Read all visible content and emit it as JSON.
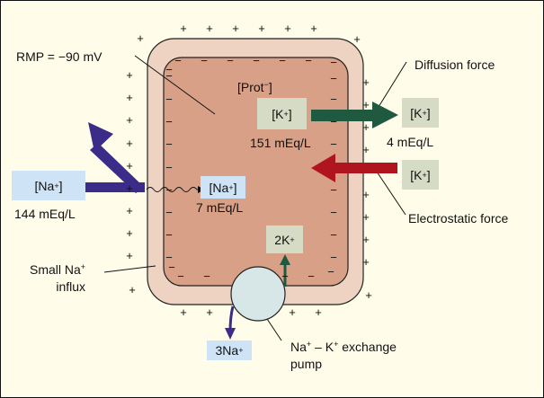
{
  "colors": {
    "background": "#fffdea",
    "membrane": "#eed3c2",
    "cytoplasm": "#d8a187",
    "k_box": "#d6dbc6",
    "na_box": "#cfe3f7",
    "diffusion_arrow": "#1f5a40",
    "electrostatic_arrow": "#b0151f",
    "sodium_arrow": "#3b2c8a",
    "pump": "#d7e6e6"
  },
  "labels": {
    "rmp": "RMP = −90 mV",
    "prot": "[Prot",
    "prot_sup": "−",
    "prot_close": "]",
    "k_inside": {
      "text": "[K",
      "sup": "+",
      "close": "]"
    },
    "k_inside_conc": "151 mEq/L",
    "k_outside_top": {
      "text": "[K",
      "sup": "+",
      "close": "]"
    },
    "k_outside_conc": "4 mEq/L",
    "k_outside_bottom": {
      "text": "[K",
      "sup": "+",
      "close": "]"
    },
    "diffusion_force": "Diffusion force",
    "electrostatic_force": "Electrostatic force",
    "na_outside": {
      "text": "[Na",
      "sup": "+",
      "close": "]"
    },
    "na_outside_conc": "144 mEq/L",
    "na_inside": {
      "text": "[Na",
      "sup": "+",
      "close": "]"
    },
    "na_inside_conc": "7 mEq/L",
    "small_na_influx_line1": "Small Na",
    "small_na_influx_sup": "+",
    "small_na_influx_line2": "influx",
    "two_k": {
      "text": "2K",
      "sup": "+"
    },
    "three_na": {
      "text": "3Na",
      "sup": "+"
    },
    "pump_line1_a": "Na",
    "pump_line1_sup1": "+",
    "pump_line1_b": " – K",
    "pump_line1_sup2": "+",
    "pump_line1_c": " exchange",
    "pump_line2": "pump",
    "plus": "+",
    "minus": "−"
  }
}
